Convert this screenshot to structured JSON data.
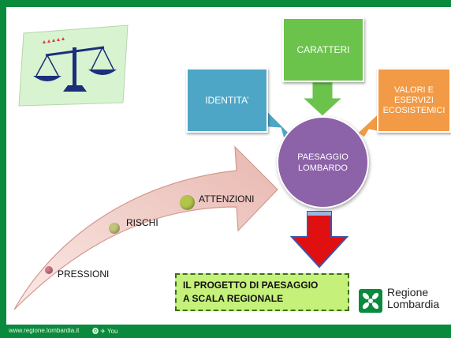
{
  "diagram": {
    "boxes": {
      "identita": "IDENTITA’",
      "caratteri": "CARATTERI",
      "valori": [
        "VALORI E",
        "ESERVIZI",
        "ECOSISTEMICI"
      ]
    },
    "center": [
      "PAESAGGIO",
      "LOMBARDO"
    ],
    "stages": {
      "pressioni": "PRESSIONI",
      "rischi": "RISCHI",
      "attenzioni": "ATTENZIONI"
    },
    "result": [
      "IL  PROGETTO DI PAESAGGIO",
      "A SCALA REGIONALE"
    ],
    "colors": {
      "identita": "#4ea6c6",
      "caratteri": "#6bc34c",
      "valori": "#f29a45",
      "center": "#8c62a8",
      "result_arrow": "#e01010",
      "result_box": "#c5f07a"
    }
  },
  "logo": {
    "line1": "Regione",
    "line2": "Lombardia"
  },
  "footer": {
    "url": "www.regione.lombardia.it",
    "social": "⓿ ✈ You"
  }
}
